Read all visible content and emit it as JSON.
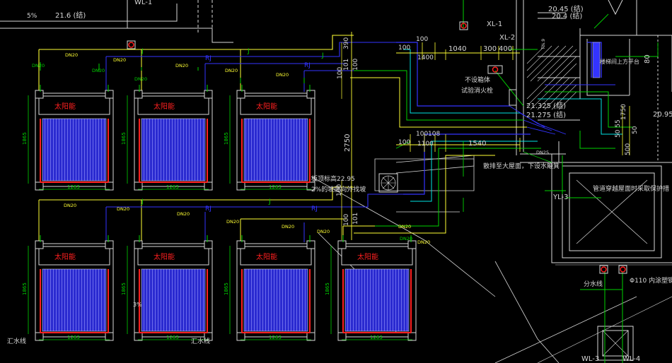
{
  "colors": {
    "background": "#000000",
    "white": "#e8e8e8",
    "green": "#00d200",
    "yellow": "#ffff33",
    "blue": "#3333ff",
    "cyan": "#00e5e5",
    "red": "#ff2020",
    "magenta": "#ff33ff"
  },
  "top": {
    "slope_pct": "5%",
    "level_left": "21.6 (结)",
    "wl1": "WL-1",
    "xl1": "XL-1",
    "xl2": "XL-2",
    "level_r1": "20.45 (结)",
    "level_r2": "20.4 (结)"
  },
  "panel": {
    "title": "太阳能",
    "width": "1263",
    "height": "1865"
  },
  "pipes": {
    "dn20": "DN20",
    "dn25": "DN25",
    "j": "J",
    "rj": "RJ"
  },
  "dims": {
    "d100": "100",
    "d390": "390",
    "d1040": "1040",
    "d300": "300",
    "d400": "400",
    "d1540": "1540",
    "d2750": "2750",
    "d108": "108",
    "d1400": "1400",
    "d1100": "1100",
    "d101": "101",
    "d500": "500",
    "d1750": "1750",
    "d80": "80",
    "d5055": "50 55",
    "d50_3": "50",
    "d7": "T%.9"
  },
  "notes": {
    "no_hydrant_box": "不设箱体",
    "test_hydrant": "试验消火栓",
    "level_2325": "21.325 (结)",
    "level_2275": "21.275 (结)",
    "level_2095": "20.95",
    "drain_note": "散排至大屋面，下设水簸箕",
    "platform_note": "楼梯间上方平台",
    "roof_note1": "板顶标高22.95",
    "roof_note2": "2%的坡度向外找坡",
    "yl3": "YL-3",
    "right_note": "管道穿越屋面时采取保护措",
    "branch_line": "分水线",
    "pipe_note": "Φ110 内涂塑钢管",
    "collector": "汇水线",
    "collector2": "汇水线",
    "slope3": "3%",
    "wl3": "WL-3",
    "wl4": "WL-4"
  }
}
